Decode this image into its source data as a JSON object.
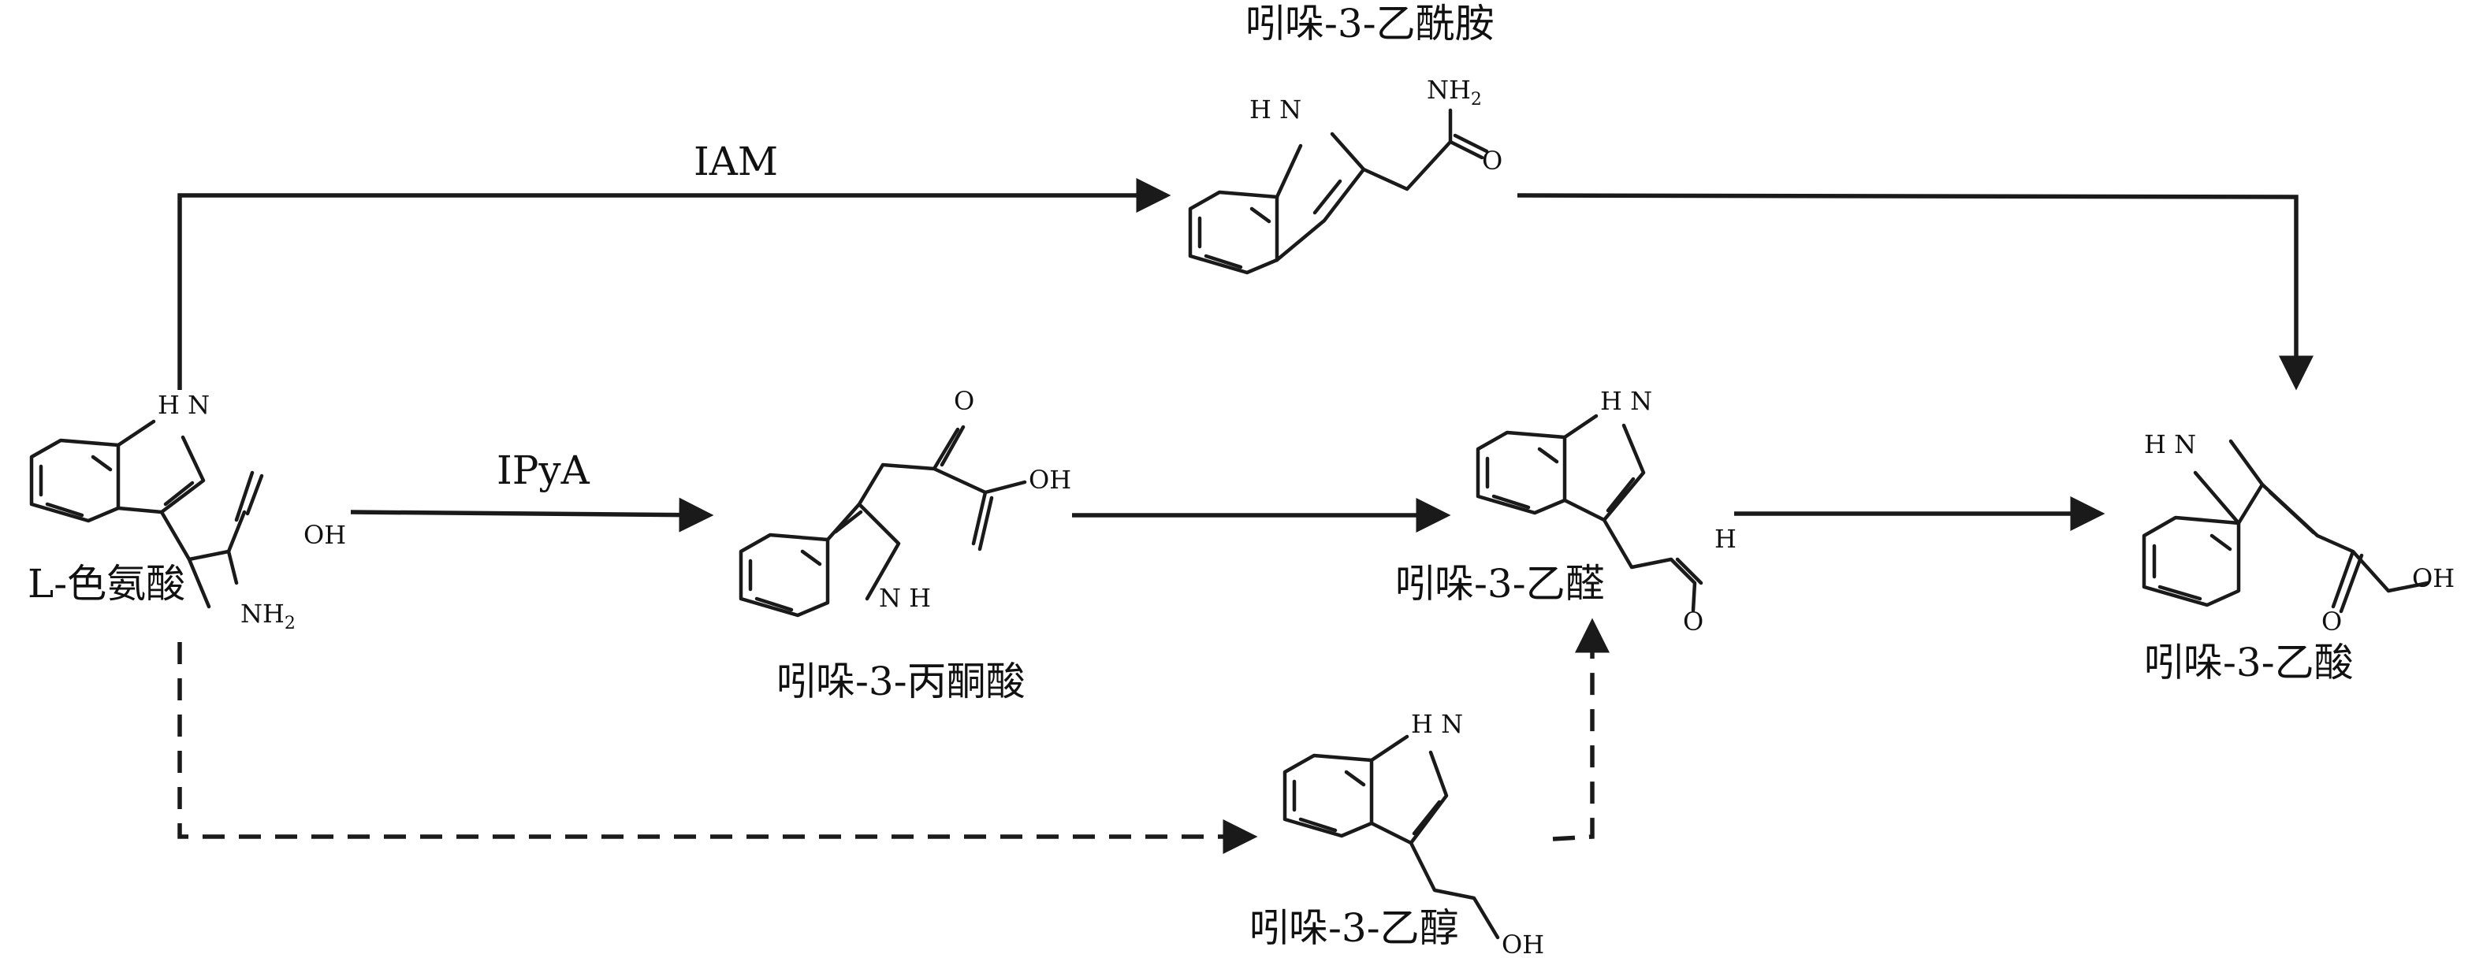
{
  "pathway_labels": {
    "iam": "IAM",
    "ipya": "IPyA"
  },
  "compounds": {
    "trp": {
      "name": "L-色氨酸",
      "atoms": {
        "nh": "H N",
        "oh": "OH",
        "nh2": "NH2"
      }
    },
    "iam": {
      "name": "吲哚-3-乙酰胺",
      "atoms": {
        "nh": "H N",
        "nh2": "NH2",
        "o": "O"
      }
    },
    "ipya": {
      "name": "吲哚-3-丙酮酸",
      "atoms": {
        "nh": "N H",
        "o": "O",
        "oh": "OH"
      }
    },
    "iaald": {
      "name": "吲哚-3-乙醛",
      "atoms": {
        "nh": "H N",
        "h": "H",
        "o": "O"
      }
    },
    "tol": {
      "name": "吲哚-3-乙醇",
      "atoms": {
        "nh": "H N",
        "oh": "OH"
      }
    },
    "iaa": {
      "name": "吲哚-3-乙酸",
      "atoms": {
        "nh": "H N",
        "o": "O",
        "oh": "OH"
      }
    }
  }
}
